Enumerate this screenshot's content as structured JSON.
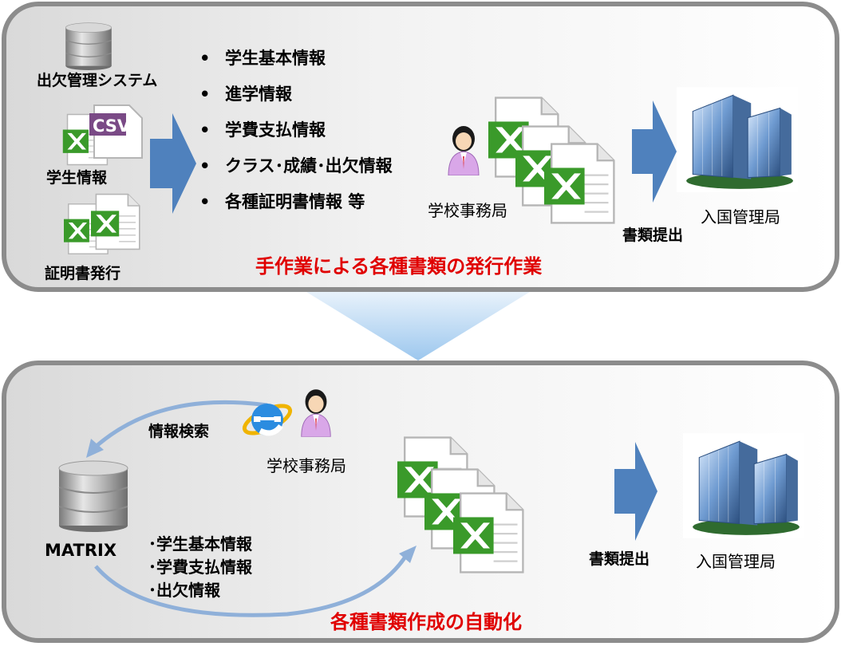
{
  "top": {
    "source_labels": [
      "出欠管理システム",
      "学生情報",
      "証明書発行"
    ],
    "csv_label": "CSV",
    "bullet_items": [
      "学生基本情報",
      "進学情報",
      "学費支払情報",
      "クラス･成績･出欠情報",
      "各種証明書情報 等"
    ],
    "bullet_char": "•",
    "office_label": "学校事務局",
    "submit_label": "書類提出",
    "immigration_label": "入国管理局",
    "caption": "手作業による各種書類の発行作業"
  },
  "bottom": {
    "search_label": "情報検索",
    "office_label": "学校事務局",
    "db_label": "MATRIX",
    "items": [
      "･学生基本情報",
      "･学費支払情報",
      "･出欠情報"
    ],
    "submit_label": "書類提出",
    "immigration_label": "入国管理局",
    "caption": "各種書類作成の自動化"
  },
  "colors": {
    "caption_red": "#e00000",
    "arrow_blue": "#4f81bd",
    "excel_green": "#3a9a2a",
    "panel_border": "#8c8c8c"
  }
}
